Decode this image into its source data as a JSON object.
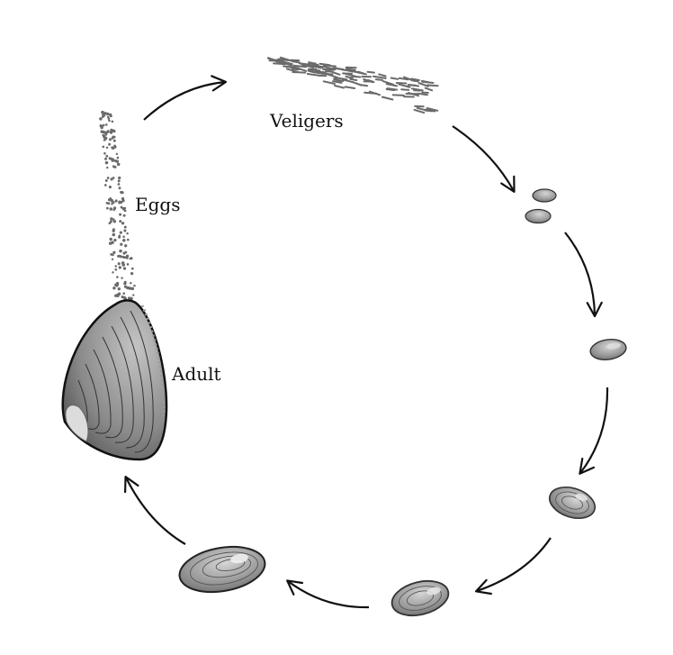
{
  "labels": {
    "veligers": "Veligers",
    "eggs": "Eggs",
    "adult": "Adult"
  },
  "colors": {
    "background": "#ffffff",
    "stroke": "#111111",
    "shell_dark": "#5a5a5a",
    "shell_mid": "#8c8c8c",
    "shell_light": "#c8c8c8",
    "highlight": "#eeeeee"
  }
}
